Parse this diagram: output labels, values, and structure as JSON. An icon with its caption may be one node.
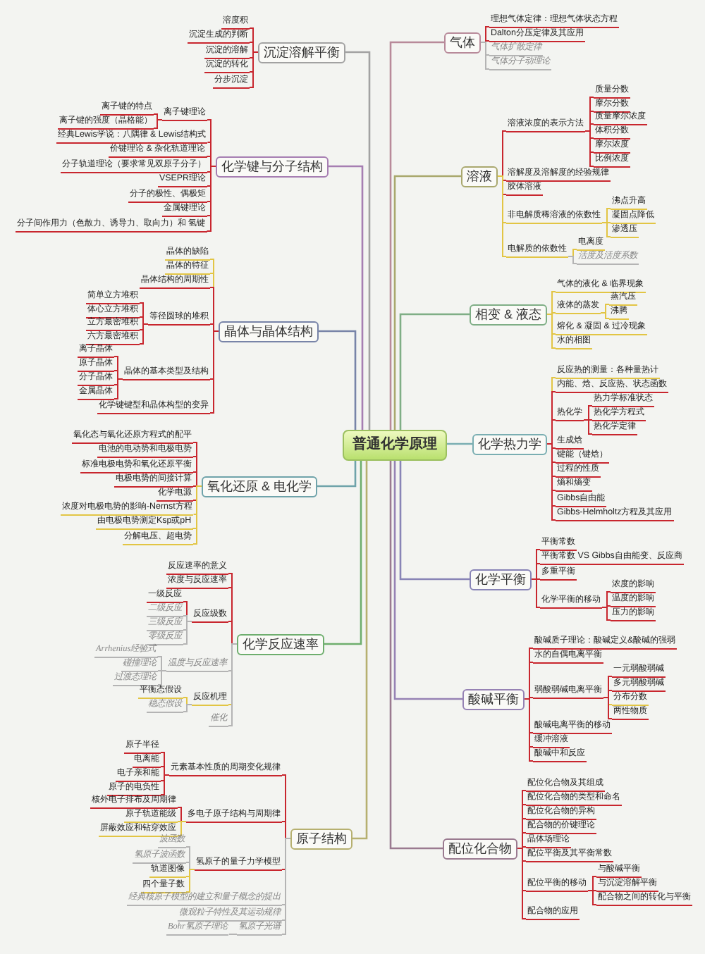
{
  "diagram": {
    "nodes": [
      {
        "text": [
          "普通化学原理"
        ]
      },
      {
        "text": [
          "气体"
        ]
      },
      {
        "text": [
          "理想气体定律：理想气体状态方程"
        ]
      },
      {
        "text": [
          "Dalton分压定律及其应用"
        ]
      },
      {
        "text": [
          "气体扩散定律"
        ]
      },
      {
        "text": [
          "气体分子动理论"
        ]
      },
      {
        "text": [
          "溶液"
        ]
      },
      {
        "text": [
          "溶液浓度的表示方法"
        ]
      },
      {
        "text": [
          "质量分数"
        ]
      },
      {
        "text": [
          "摩尔分数"
        ]
      },
      {
        "text": [
          "质量摩尔浓度"
        ]
      },
      {
        "text": [
          "体积分数"
        ]
      },
      {
        "text": [
          "摩尔浓度"
        ]
      },
      {
        "text": [
          "比例浓度"
        ]
      },
      {
        "text": [
          "溶解度及溶解度的经验规律"
        ]
      },
      {
        "text": [
          "胶体溶液"
        ]
      },
      {
        "text": [
          "非电解质稀溶液的依数性"
        ]
      },
      {
        "text": [
          "沸点升高"
        ]
      },
      {
        "text": [
          "凝固点降低"
        ]
      },
      {
        "text": [
          "渗透压"
        ]
      },
      {
        "text": [
          "电解质的依数性"
        ]
      },
      {
        "text": [
          "电离度"
        ]
      },
      {
        "text": [
          "活度及活度系数"
        ]
      },
      {
        "text": [
          "相变 & 液态"
        ]
      },
      {
        "text": [
          "气体的液化 & 临界现象"
        ]
      },
      {
        "text": [
          "液体的蒸发"
        ]
      },
      {
        "text": [
          "蒸汽压"
        ]
      },
      {
        "text": [
          "沸腾"
        ]
      },
      {
        "text": [
          "熔化 & 凝固 & 过冷现象"
        ]
      },
      {
        "text": [
          "水的相图"
        ]
      },
      {
        "text": [
          "化学热力学"
        ]
      },
      {
        "text": [
          "反应热的测量：各种量热计"
        ]
      },
      {
        "text": [
          "内能、焓、反应热、状态函数"
        ]
      },
      {
        "text": [
          "热化学"
        ]
      },
      {
        "text": [
          "热力学标准状态"
        ]
      },
      {
        "text": [
          "热化学方程式"
        ]
      },
      {
        "text": [
          "热化学定律"
        ]
      },
      {
        "text": [
          "生成焓"
        ]
      },
      {
        "text": [
          "键能（键焓）"
        ]
      },
      {
        "text": [
          "过程的性质"
        ]
      },
      {
        "text": [
          "熵和熵变"
        ]
      },
      {
        "text": [
          "Gibbs自由能"
        ]
      },
      {
        "text": [
          "Gibbs-Helmholtz方程及其应用"
        ]
      },
      {
        "text": [
          "化学平衡"
        ]
      },
      {
        "text": [
          "平衡常数"
        ]
      },
      {
        "text": [
          "平衡常数 VS Gibbs自由能变、反应商"
        ]
      },
      {
        "text": [
          "多重平衡"
        ]
      },
      {
        "text": [
          "化学平衡的移动"
        ]
      },
      {
        "text": [
          "浓度的影响"
        ]
      },
      {
        "text": [
          "温度的影响"
        ]
      },
      {
        "text": [
          "压力的影响"
        ]
      },
      {
        "text": [
          "酸碱平衡"
        ]
      },
      {
        "text": [
          "酸碱质子理论：酸碱定义&酸碱的强弱"
        ]
      },
      {
        "text": [
          "水的自偶电离平衡"
        ]
      },
      {
        "text": [
          "弱酸弱碱电离平衡"
        ]
      },
      {
        "text": [
          "一元弱酸弱碱"
        ]
      },
      {
        "text": [
          "多元弱酸弱碱"
        ]
      },
      {
        "text": [
          "分布分数"
        ]
      },
      {
        "text": [
          "两性物质"
        ]
      },
      {
        "text": [
          "酸碱电离平衡的移动"
        ]
      },
      {
        "text": [
          "缓冲溶液"
        ]
      },
      {
        "text": [
          "酸碱中和反应"
        ]
      },
      {
        "text": [
          "配位化合物"
        ]
      },
      {
        "text": [
          "配位化合物及其组成"
        ]
      },
      {
        "text": [
          "配位化合物的类型和命名"
        ]
      },
      {
        "text": [
          "配位化合物的异构"
        ]
      },
      {
        "text": [
          "配合物的价键理论"
        ]
      },
      {
        "text": [
          "晶体场理论"
        ]
      },
      {
        "text": [
          "配位平衡及其平衡常数"
        ]
      },
      {
        "text": [
          "配位平衡的移动"
        ]
      },
      {
        "text": [
          "与酸碱平衡"
        ]
      },
      {
        "text": [
          "与沉淀溶解平衡"
        ]
      },
      {
        "text": [
          "配合物之间的转化与平衡"
        ]
      },
      {
        "text": [
          "配合物的应用"
        ]
      },
      {
        "text": [
          "沉淀溶解平衡"
        ]
      },
      {
        "text": [
          "溶度积"
        ]
      },
      {
        "text": [
          "沉淀生成的判断"
        ]
      },
      {
        "text": [
          "沉淀的溶解"
        ]
      },
      {
        "text": [
          "沉淀的转化"
        ]
      },
      {
        "text": [
          "分步沉淀"
        ]
      },
      {
        "text": [
          "化学键与分子结构"
        ]
      },
      {
        "text": [
          "离子键理论"
        ]
      },
      {
        "text": [
          "离子键的特点"
        ]
      },
      {
        "text": [
          "离子键的强度（晶格能）"
        ]
      },
      {
        "text": [
          "经典Lewis学说：八隅律 & Lewis结构式"
        ]
      },
      {
        "text": [
          "价键理论 & 杂化轨道理论"
        ]
      },
      {
        "text": [
          "分子轨道理论（要求常见双原子分子）"
        ]
      },
      {
        "text": [
          "VSEPR理论"
        ]
      },
      {
        "text": [
          "分子的极性、偶极矩"
        ]
      },
      {
        "text": [
          "金属键理论"
        ]
      },
      {
        "text": [
          "分子间作用力（色散力、诱导力、取向力）和 氢键"
        ]
      },
      {
        "text": [
          "晶体与晶体结构"
        ]
      },
      {
        "text": [
          "晶体的缺陷"
        ]
      },
      {
        "text": [
          "晶体的特征"
        ]
      },
      {
        "text": [
          "晶体结构的周期性"
        ]
      },
      {
        "text": [
          "等径圆球的堆积"
        ]
      },
      {
        "text": [
          "简单立方堆积"
        ]
      },
      {
        "text": [
          "体心立方堆积"
        ]
      },
      {
        "text": [
          "立方最密堆积"
        ]
      },
      {
        "text": [
          "六方最密堆积"
        ]
      },
      {
        "text": [
          "晶体的基本类型及结构"
        ]
      },
      {
        "text": [
          "离子晶体"
        ]
      },
      {
        "text": [
          "原子晶体"
        ]
      },
      {
        "text": [
          "分子晶体"
        ]
      },
      {
        "text": [
          "金属晶体"
        ]
      },
      {
        "text": [
          "化学键键型和晶体构型的变异"
        ]
      },
      {
        "text": [
          "氧化还原 & 电化学"
        ]
      },
      {
        "text": [
          "氧化态与氧化还原方程式的配平"
        ]
      },
      {
        "text": [
          "电池的电动势和电极电势"
        ]
      },
      {
        "text": [
          "标准电极电势和氧化还原平衡"
        ]
      },
      {
        "text": [
          "电极电势的间接计算"
        ]
      },
      {
        "text": [
          "化学电源"
        ]
      },
      {
        "text": [
          "浓度对电极电势的影响-Nernst方程"
        ]
      },
      {
        "text": [
          "由电极电势测定Ksp或pH"
        ]
      },
      {
        "text": [
          "分解电压、超电势"
        ]
      },
      {
        "text": [
          "化学反应速率"
        ]
      },
      {
        "text": [
          "反应速率的意义"
        ]
      },
      {
        "text": [
          "浓度与反应速率"
        ]
      },
      {
        "text": [
          "反应级数"
        ]
      },
      {
        "text": [
          "一级反应"
        ]
      },
      {
        "text": [
          "二级反应"
        ]
      },
      {
        "text": [
          "三级反应"
        ]
      },
      {
        "text": [
          "零级反应"
        ]
      },
      {
        "text": [
          "温度与反应速率"
        ]
      },
      {
        "text": [
          "Arrhenius经验式"
        ]
      },
      {
        "text": [
          "碰撞理论"
        ]
      },
      {
        "text": [
          "过渡态理论"
        ]
      },
      {
        "text": [
          "反应机理"
        ]
      },
      {
        "text": [
          "平衡态假设"
        ]
      },
      {
        "text": [
          "稳态假设"
        ]
      },
      {
        "text": [
          "催化"
        ]
      },
      {
        "text": [
          "原子结构"
        ]
      },
      {
        "text": [
          "元素基本性质的周期变化规律"
        ]
      },
      {
        "text": [
          "原子半径"
        ]
      },
      {
        "text": [
          "电离能"
        ]
      },
      {
        "text": [
          "电子亲和能"
        ]
      },
      {
        "text": [
          "原子的电负性"
        ]
      },
      {
        "text": [
          "多电子原子结构与周期律"
        ]
      },
      {
        "text": [
          "核外电子排布及周期律"
        ]
      },
      {
        "text": [
          "原子轨道能级"
        ]
      },
      {
        "text": [
          "屏蔽效应和钻穿效应"
        ]
      },
      {
        "text": [
          "氢原子的量子力学模型"
        ]
      },
      {
        "text": [
          "波函数"
        ]
      },
      {
        "text": [
          "氢原子波函数"
        ]
      },
      {
        "text": [
          "轨道图像"
        ]
      },
      {
        "text": [
          "四个量子数"
        ]
      },
      {
        "text": [
          "经典核原子模型的建立和量子概念的提出"
        ]
      },
      {
        "text": [
          "微观粒子特性及其运动规律"
        ]
      },
      {
        "text": [
          "氢原子光谱"
        ]
      },
      {
        "text": [
          "Bohr氢原子理论"
        ]
      }
    ],
    "edges": [
      {
        "from": 0,
        "to": 1,
        "arrow": "none",
        "color": "#b88a9a"
      },
      {
        "from": 1,
        "to": 2,
        "arrow": "none"
      },
      {
        "from": 1,
        "to": 3,
        "arrow": "none"
      },
      {
        "from": 1,
        "to": 4,
        "arrow": "none",
        "color": "#b4b4b4"
      },
      {
        "from": 1,
        "to": 5,
        "arrow": "none",
        "color": "#b4b4b4"
      },
      {
        "from": 0,
        "to": 6,
        "arrow": "none",
        "color": "#a9a86e"
      },
      {
        "from": 6,
        "to": 7,
        "arrow": "none"
      },
      {
        "from": 7,
        "to": 8,
        "arrow": "none"
      },
      {
        "from": 7,
        "to": 9,
        "arrow": "none"
      },
      {
        "from": 7,
        "to": 10,
        "arrow": "none"
      },
      {
        "from": 7,
        "to": 11,
        "arrow": "none"
      },
      {
        "from": 7,
        "to": 12,
        "arrow": "none"
      },
      {
        "from": 7,
        "to": 13,
        "arrow": "none"
      },
      {
        "from": 6,
        "to": 14,
        "arrow": "none"
      },
      {
        "from": 6,
        "to": 15,
        "arrow": "none"
      },
      {
        "from": 6,
        "to": 16,
        "arrow": "none",
        "color": "#e2c544"
      },
      {
        "from": 16,
        "to": 17,
        "arrow": "none",
        "color": "#e2c544"
      },
      {
        "from": 16,
        "to": 18,
        "arrow": "none",
        "color": "#e2c544"
      },
      {
        "from": 16,
        "to": 19,
        "arrow": "none",
        "color": "#e2c544"
      },
      {
        "from": 6,
        "to": 20,
        "arrow": "none",
        "color": "#e2c544"
      },
      {
        "from": 20,
        "to": 21,
        "arrow": "none",
        "color": "#e2c544"
      },
      {
        "from": 20,
        "to": 22,
        "arrow": "none",
        "color": "#b4b4b4"
      },
      {
        "from": 0,
        "to": 23,
        "arrow": "none",
        "color": "#7fae86"
      },
      {
        "from": 23,
        "to": 24,
        "arrow": "none",
        "color": "#e2c544"
      },
      {
        "from": 23,
        "to": 25,
        "arrow": "none",
        "color": "#e2c544"
      },
      {
        "from": 25,
        "to": 26,
        "arrow": "none",
        "color": "#e2c544"
      },
      {
        "from": 25,
        "to": 27,
        "arrow": "none",
        "color": "#e2c544"
      },
      {
        "from": 23,
        "to": 28,
        "arrow": "none",
        "color": "#e2c544"
      },
      {
        "from": 23,
        "to": 29,
        "arrow": "none",
        "color": "#e2c544"
      },
      {
        "from": 0,
        "to": 30,
        "arrow": "none",
        "color": "#7aaeb2"
      },
      {
        "from": 30,
        "to": 31,
        "arrow": "none",
        "color": "#e2c544"
      },
      {
        "from": 30,
        "to": 32,
        "arrow": "none"
      },
      {
        "from": 30,
        "to": 33,
        "arrow": "none"
      },
      {
        "from": 33,
        "to": 34,
        "arrow": "none"
      },
      {
        "from": 33,
        "to": 35,
        "arrow": "none"
      },
      {
        "from": 33,
        "to": 36,
        "arrow": "none"
      },
      {
        "from": 30,
        "to": 37,
        "arrow": "none"
      },
      {
        "from": 30,
        "to": 38,
        "arrow": "none"
      },
      {
        "from": 30,
        "to": 39,
        "arrow": "none"
      },
      {
        "from": 30,
        "to": 40,
        "arrow": "none"
      },
      {
        "from": 30,
        "to": 41,
        "arrow": "none"
      },
      {
        "from": 30,
        "to": 42,
        "arrow": "none"
      },
      {
        "from": 0,
        "to": 43,
        "arrow": "none",
        "color": "#8884b6"
      },
      {
        "from": 43,
        "to": 44,
        "arrow": "none"
      },
      {
        "from": 43,
        "to": 45,
        "arrow": "none"
      },
      {
        "from": 43,
        "to": 46,
        "arrow": "none"
      },
      {
        "from": 43,
        "to": 47,
        "arrow": "none"
      },
      {
        "from": 47,
        "to": 48,
        "arrow": "none"
      },
      {
        "from": 47,
        "to": 49,
        "arrow": "none"
      },
      {
        "from": 47,
        "to": 50,
        "arrow": "none"
      },
      {
        "from": 0,
        "to": 51,
        "arrow": "none",
        "color": "#9682b4"
      },
      {
        "from": 51,
        "to": 52,
        "arrow": "none"
      },
      {
        "from": 51,
        "to": 53,
        "arrow": "none"
      },
      {
        "from": 51,
        "to": 54,
        "arrow": "none"
      },
      {
        "from": 54,
        "to": 55,
        "arrow": "none"
      },
      {
        "from": 54,
        "to": 56,
        "arrow": "none"
      },
      {
        "from": 54,
        "to": 57,
        "arrow": "none",
        "color": "#e2c544"
      },
      {
        "from": 54,
        "to": 58,
        "arrow": "none"
      },
      {
        "from": 51,
        "to": 59,
        "arrow": "none"
      },
      {
        "from": 51,
        "to": 60,
        "arrow": "none"
      },
      {
        "from": 51,
        "to": 61,
        "arrow": "none"
      },
      {
        "from": 0,
        "to": 62,
        "arrow": "none",
        "color": "#9a7a90"
      },
      {
        "from": 62,
        "to": 63,
        "arrow": "none"
      },
      {
        "from": 62,
        "to": 64,
        "arrow": "none"
      },
      {
        "from": 62,
        "to": 65,
        "arrow": "none"
      },
      {
        "from": 62,
        "to": 66,
        "arrow": "none"
      },
      {
        "from": 62,
        "to": 67,
        "arrow": "none"
      },
      {
        "from": 62,
        "to": 68,
        "arrow": "none"
      },
      {
        "from": 62,
        "to": 69,
        "arrow": "none"
      },
      {
        "from": 69,
        "to": 70,
        "arrow": "none"
      },
      {
        "from": 69,
        "to": 71,
        "arrow": "none"
      },
      {
        "from": 69,
        "to": 72,
        "arrow": "none"
      },
      {
        "from": 62,
        "to": 73,
        "arrow": "none"
      },
      {
        "from": 0,
        "to": 74,
        "arrow": "none",
        "color": "#a2a2a2"
      },
      {
        "from": 74,
        "to": 75,
        "arrow": "none"
      },
      {
        "from": 74,
        "to": 76,
        "arrow": "none"
      },
      {
        "from": 74,
        "to": 77,
        "arrow": "none"
      },
      {
        "from": 74,
        "to": 78,
        "arrow": "none"
      },
      {
        "from": 74,
        "to": 79,
        "arrow": "none"
      },
      {
        "from": 0,
        "to": 80,
        "arrow": "none",
        "color": "#a67eb2"
      },
      {
        "from": 80,
        "to": 81,
        "arrow": "none"
      },
      {
        "from": 81,
        "to": 82,
        "arrow": "none"
      },
      {
        "from": 81,
        "to": 83,
        "arrow": "none"
      },
      {
        "from": 80,
        "to": 84,
        "arrow": "none"
      },
      {
        "from": 80,
        "to": 85,
        "arrow": "none"
      },
      {
        "from": 80,
        "to": 86,
        "arrow": "none"
      },
      {
        "from": 80,
        "to": 87,
        "arrow": "none"
      },
      {
        "from": 80,
        "to": 88,
        "arrow": "none"
      },
      {
        "from": 80,
        "to": 89,
        "arrow": "none"
      },
      {
        "from": 80,
        "to": 90,
        "arrow": "none"
      },
      {
        "from": 0,
        "to": 91,
        "arrow": "none",
        "color": "#7884a8"
      },
      {
        "from": 91,
        "to": 92,
        "arrow": "none",
        "color": "#e2c544"
      },
      {
        "from": 91,
        "to": 93,
        "arrow": "none",
        "color": "#e2c544"
      },
      {
        "from": 91,
        "to": 94,
        "arrow": "none"
      },
      {
        "from": 91,
        "to": 95,
        "arrow": "none"
      },
      {
        "from": 95,
        "to": 96,
        "arrow": "none"
      },
      {
        "from": 95,
        "to": 97,
        "arrow": "none"
      },
      {
        "from": 95,
        "to": 98,
        "arrow": "none"
      },
      {
        "from": 95,
        "to": 99,
        "arrow": "none"
      },
      {
        "from": 91,
        "to": 100,
        "arrow": "none"
      },
      {
        "from": 100,
        "to": 101,
        "arrow": "none"
      },
      {
        "from": 100,
        "to": 102,
        "arrow": "none"
      },
      {
        "from": 100,
        "to": 103,
        "arrow": "none"
      },
      {
        "from": 100,
        "to": 104,
        "arrow": "none"
      },
      {
        "from": 91,
        "to": 105,
        "arrow": "none"
      },
      {
        "from": 0,
        "to": 106,
        "arrow": "none",
        "color": "#6fa3aa"
      },
      {
        "from": 106,
        "to": 107,
        "arrow": "none"
      },
      {
        "from": 106,
        "to": 108,
        "arrow": "none"
      },
      {
        "from": 106,
        "to": 109,
        "arrow": "none"
      },
      {
        "from": 106,
        "to": 110,
        "arrow": "none"
      },
      {
        "from": 106,
        "to": 111,
        "arrow": "none"
      },
      {
        "from": 106,
        "to": 112,
        "arrow": "none",
        "color": "#e2c544"
      },
      {
        "from": 106,
        "to": 113,
        "arrow": "none",
        "color": "#e2c544"
      },
      {
        "from": 106,
        "to": 114,
        "arrow": "none",
        "color": "#e2c544"
      },
      {
        "from": 0,
        "to": 115,
        "arrow": "none",
        "color": "#6eae6e"
      },
      {
        "from": 115,
        "to": 116,
        "arrow": "none"
      },
      {
        "from": 115,
        "to": 117,
        "arrow": "none"
      },
      {
        "from": 115,
        "to": 118,
        "arrow": "none"
      },
      {
        "from": 118,
        "to": 119,
        "arrow": "none"
      },
      {
        "from": 118,
        "to": 120,
        "arrow": "none",
        "color": "#b4b4b4"
      },
      {
        "from": 118,
        "to": 121,
        "arrow": "none",
        "color": "#b4b4b4"
      },
      {
        "from": 118,
        "to": 122,
        "arrow": "none",
        "color": "#b4b4b4"
      },
      {
        "from": 115,
        "to": 123,
        "arrow": "none",
        "color": "#b4b4b4"
      },
      {
        "from": 123,
        "to": 124,
        "arrow": "none",
        "color": "#b4b4b4"
      },
      {
        "from": 123,
        "to": 125,
        "arrow": "none",
        "color": "#b4b4b4"
      },
      {
        "from": 123,
        "to": 126,
        "arrow": "none",
        "color": "#b4b4b4"
      },
      {
        "from": 115,
        "to": 127,
        "arrow": "none",
        "color": "#e2c544"
      },
      {
        "from": 127,
        "to": 128,
        "arrow": "none",
        "color": "#e2c544"
      },
      {
        "from": 127,
        "to": 129,
        "arrow": "none",
        "color": "#b4b4b4"
      },
      {
        "from": 115,
        "to": 130,
        "arrow": "none",
        "color": "#b4b4b4"
      },
      {
        "from": 0,
        "to": 131,
        "arrow": "none",
        "color": "#b6b070"
      },
      {
        "from": 131,
        "to": 132,
        "arrow": "none"
      },
      {
        "from": 132,
        "to": 133,
        "arrow": "none"
      },
      {
        "from": 132,
        "to": 134,
        "arrow": "none"
      },
      {
        "from": 132,
        "to": 135,
        "arrow": "none"
      },
      {
        "from": 132,
        "to": 136,
        "arrow": "none"
      },
      {
        "from": 131,
        "to": 137,
        "arrow": "none"
      },
      {
        "from": 137,
        "to": 138,
        "arrow": "none"
      },
      {
        "from": 137,
        "to": 139,
        "arrow": "none",
        "color": "#e2c544"
      },
      {
        "from": 137,
        "to": 140,
        "arrow": "none",
        "color": "#e2c544"
      },
      {
        "from": 131,
        "to": 141,
        "arrow": "none"
      },
      {
        "from": 141,
        "to": 142,
        "arrow": "none",
        "color": "#b4b4b4"
      },
      {
        "from": 141,
        "to": 143,
        "arrow": "none",
        "color": "#b4b4b4"
      },
      {
        "from": 141,
        "to": 144,
        "arrow": "none",
        "color": "#e2c544"
      },
      {
        "from": 141,
        "to": 145,
        "arrow": "none",
        "color": "#e2c544"
      },
      {
        "from": 131,
        "to": 146,
        "arrow": "none",
        "color": "#b4b4b4"
      },
      {
        "from": 131,
        "to": 147,
        "arrow": "none",
        "color": "#b4b4b4"
      },
      {
        "from": 131,
        "to": 148,
        "arrow": "none",
        "color": "#b4b4b4"
      },
      {
        "from": 148,
        "to": 149,
        "arrow": "none",
        "color": "#b4b4b4"
      }
    ]
  }
}
